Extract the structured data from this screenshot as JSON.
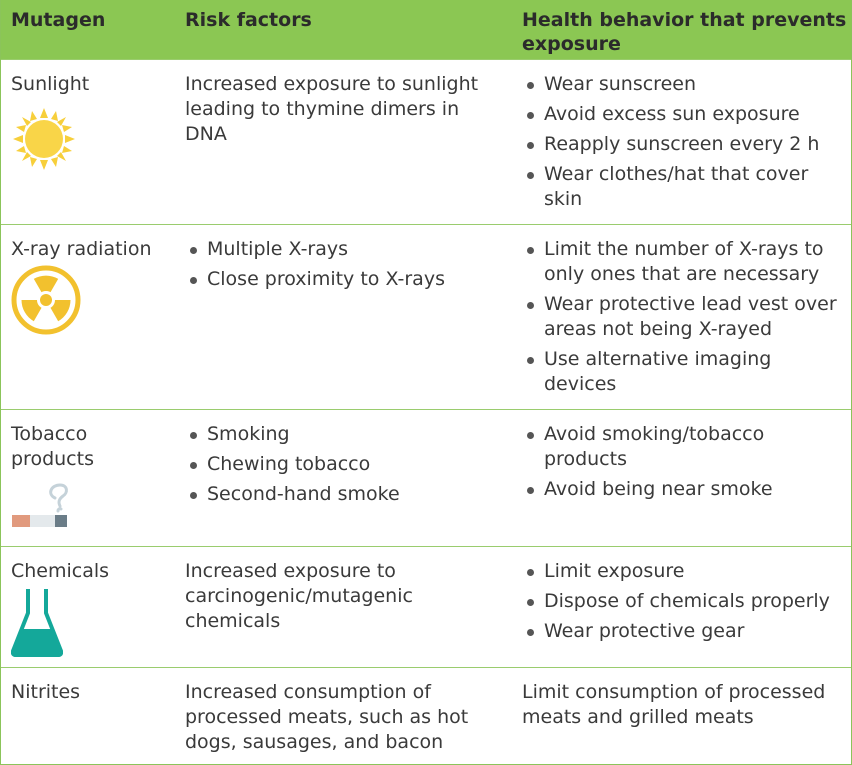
{
  "header": {
    "col1": "Mutagen",
    "col2": "Risk factors",
    "col3_line1": "Health behavior that prevents",
    "col3_line2": "exposure"
  },
  "rows": [
    {
      "mutagen": "Sunlight",
      "icon": "sun-icon",
      "risk_text": "Increased exposure to sunlight leading to thymine dimers in DNA",
      "prevent": [
        "Wear sunscreen",
        "Avoid excess sun exposure",
        "Reapply sunscreen every 2 h",
        "Wear clothes/hat that cover skin"
      ]
    },
    {
      "mutagen": "X-ray radiation",
      "icon": "radiation-icon",
      "risk": [
        "Multiple X-rays",
        "Close proximity to X-rays"
      ],
      "prevent": [
        "Limit the number of X-rays to only ones that are necessary",
        "Wear protective lead vest over areas not being X-rayed",
        "Use alternative imaging devices"
      ]
    },
    {
      "mutagen": "Tobacco products",
      "icon": "cigarette-icon",
      "risk": [
        "Smoking",
        "Chewing tobacco",
        "Second-hand smoke"
      ],
      "prevent": [
        "Avoid smoking/tobacco products",
        "Avoid being near smoke"
      ]
    },
    {
      "mutagen": "Chemicals",
      "icon": "flask-icon",
      "risk_text": "Increased exposure to carcinogenic/mutagenic chemicals",
      "prevent": [
        "Limit exposure",
        "Dispose of chemicals properly",
        "Wear protective gear"
      ]
    },
    {
      "mutagen": "Nitrites",
      "risk_text": "Increased consumption of processed meats, such as hot dogs, sausages, and bacon",
      "prevent_text": "Limit consumption of processed meats and grilled meats"
    }
  ],
  "colors": {
    "header_bg": "#8bc753",
    "sun": "#f7cf3b",
    "radiation": "#f2c12e",
    "flask": "#14a89a"
  }
}
